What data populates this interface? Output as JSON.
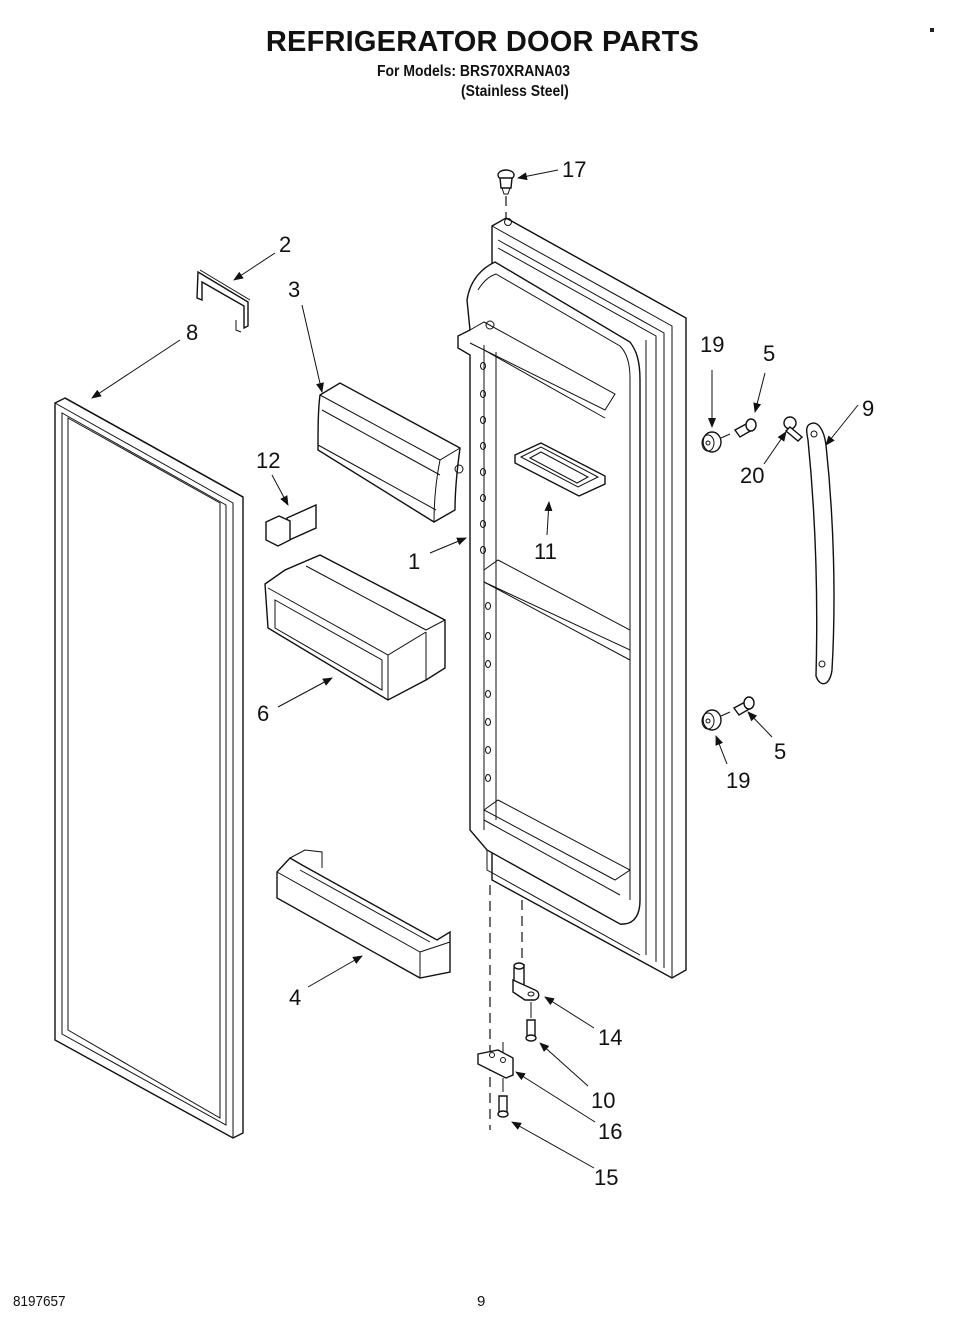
{
  "header": {
    "title": "REFRIGERATOR DOOR PARTS",
    "models_line": "For Models: BRS70XRANA03",
    "finish_line": "(Stainless Steel)"
  },
  "footer": {
    "doc_number": "8197657",
    "page_number": "9"
  },
  "callouts": [
    {
      "id": "1",
      "part": "door-liner-assembly"
    },
    {
      "id": "2",
      "part": "bracket-clip"
    },
    {
      "id": "3",
      "part": "dairy-door"
    },
    {
      "id": "4",
      "part": "door-shelf-rail"
    },
    {
      "id": "5",
      "part": "screw"
    },
    {
      "id": "6",
      "part": "door-bin"
    },
    {
      "id": "8",
      "part": "door-gasket"
    },
    {
      "id": "9",
      "part": "door-handle"
    },
    {
      "id": "10",
      "part": "screw"
    },
    {
      "id": "11",
      "part": "egg-tray-bin"
    },
    {
      "id": "12",
      "part": "shelf-retainer"
    },
    {
      "id": "14",
      "part": "lower-hinge-pin"
    },
    {
      "id": "15",
      "part": "screw"
    },
    {
      "id": "16",
      "part": "door-stop"
    },
    {
      "id": "17",
      "part": "hinge-bushing"
    },
    {
      "id": "19",
      "part": "handle-spacer"
    },
    {
      "id": "20",
      "part": "handle-screw"
    }
  ],
  "labels": {
    "c1": "1",
    "c2": "2",
    "c3": "3",
    "c4": "4",
    "c5a": "5",
    "c5b": "5",
    "c6": "6",
    "c8": "8",
    "c9": "9",
    "c10": "10",
    "c11": "11",
    "c12": "12",
    "c14": "14",
    "c15": "15",
    "c16": "16",
    "c17": "17",
    "c19a": "19",
    "c19b": "19",
    "c20": "20"
  }
}
